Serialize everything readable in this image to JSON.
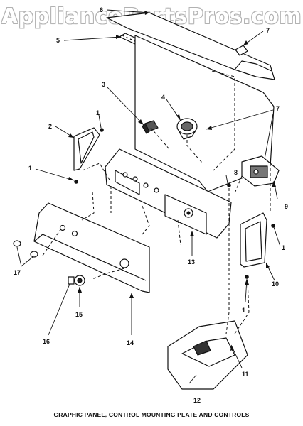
{
  "watermark": "AppliancePartsPros.com",
  "caption": "GRAPHIC PANEL, CONTROL MOUNTING PLATE AND CONTROLS",
  "callouts": [
    {
      "id": "c6a",
      "text": "6"
    },
    {
      "id": "c7a",
      "text": "7"
    },
    {
      "id": "c5",
      "text": "5"
    },
    {
      "id": "c3",
      "text": "3"
    },
    {
      "id": "c4",
      "text": "4"
    },
    {
      "id": "c7b",
      "text": "7"
    },
    {
      "id": "c1a",
      "text": "1"
    },
    {
      "id": "c2",
      "text": "2"
    },
    {
      "id": "c1b",
      "text": "1"
    },
    {
      "id": "c8",
      "text": "8"
    },
    {
      "id": "c9",
      "text": "9"
    },
    {
      "id": "c1c",
      "text": "1"
    },
    {
      "id": "c13",
      "text": "13"
    },
    {
      "id": "c17",
      "text": "17"
    },
    {
      "id": "c10",
      "text": "10"
    },
    {
      "id": "c1d",
      "text": "1"
    },
    {
      "id": "c15",
      "text": "15"
    },
    {
      "id": "c16",
      "text": "16"
    },
    {
      "id": "c14",
      "text": "14"
    },
    {
      "id": "c11",
      "text": "11"
    },
    {
      "id": "c12",
      "text": "12"
    }
  ]
}
